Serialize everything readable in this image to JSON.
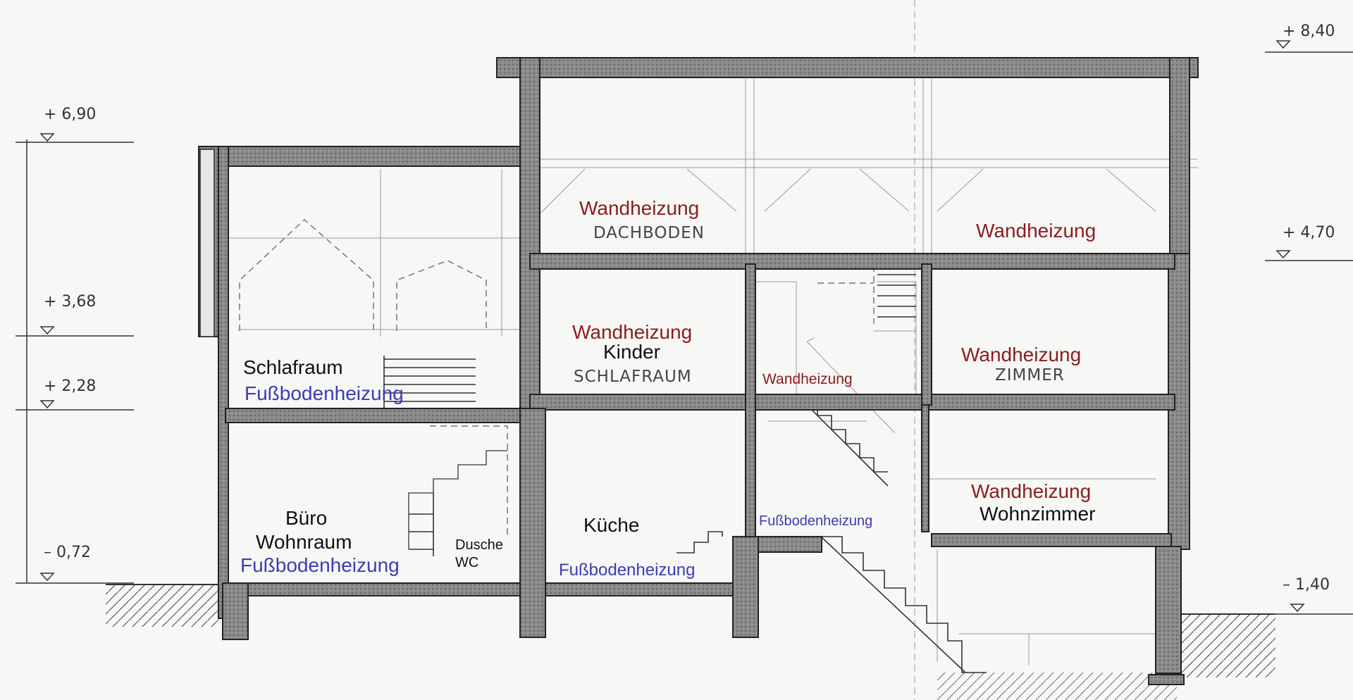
{
  "levels": {
    "l840": "+ 8,40",
    "l690": "+ 6,90",
    "l470": "+ 4,70",
    "l368": "+ 3,68",
    "l228": "+ 2,28",
    "l072": "– 0,72",
    "l140": "– 1,40"
  },
  "rooms": {
    "dachboden": {
      "heating": "Wandheizung",
      "name": "DACHBODEN"
    },
    "attic_right": {
      "heating": "Wandheizung"
    },
    "kinder": {
      "heating": "Wandheizung",
      "label": "Kinder",
      "name": "SCHLAFRAUM"
    },
    "stair_upper": {
      "heating": "Wandheizung"
    },
    "zimmer": {
      "heating": "Wandheizung",
      "name": "ZIMMER"
    },
    "schlafraum": {
      "label": "Schlafraum",
      "heating": "Fußbodenheizung"
    },
    "wohnzimmer": {
      "heating": "Wandheizung",
      "label": "Wohnzimmer"
    },
    "buero": {
      "label1": "Büro",
      "label2": "Wohnraum",
      "heating": "Fußbodenheizung"
    },
    "dusche": {
      "label1": "Dusche",
      "label2": "WC"
    },
    "kueche": {
      "label": "Küche",
      "heating": "Fußbodenheizung"
    },
    "stair_lower": {
      "heating": "Fußbodenheizung"
    }
  }
}
